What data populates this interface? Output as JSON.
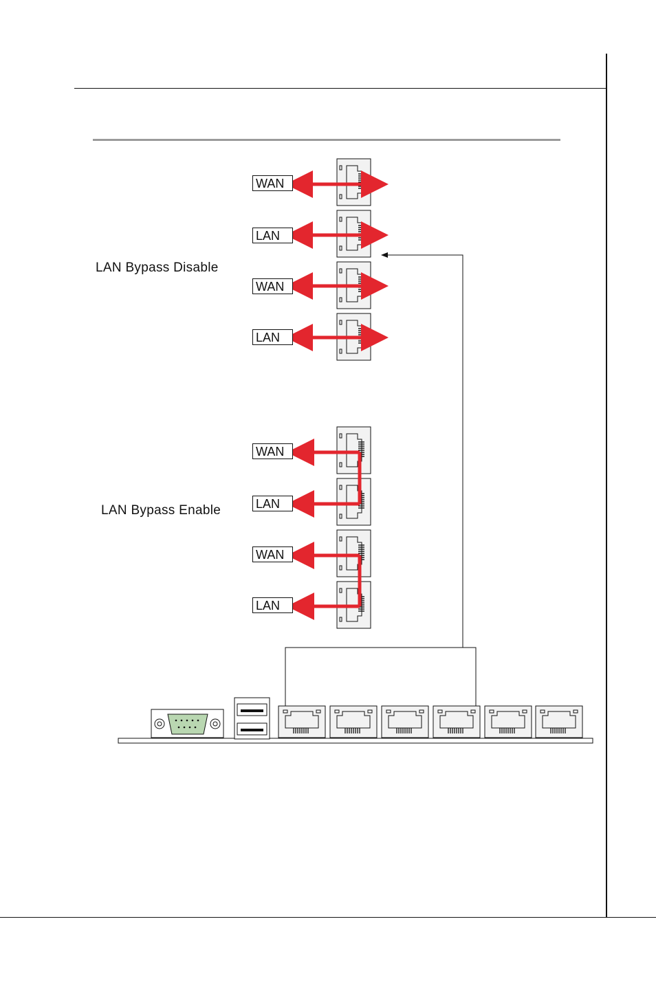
{
  "diagram": {
    "disable_label": "LAN Bypass Disable",
    "enable_label": "LAN Bypass Enable",
    "disable_ports": [
      {
        "label": "WAN"
      },
      {
        "label": "LAN"
      },
      {
        "label": "WAN"
      },
      {
        "label": "LAN"
      }
    ],
    "enable_ports": [
      {
        "label": "WAN"
      },
      {
        "label": "LAN"
      },
      {
        "label": "WAN"
      },
      {
        "label": "LAN"
      }
    ],
    "colors": {
      "arrow": "#e3262e",
      "line": "#111111",
      "port_fill": "#f2f2f2",
      "rule": "#9a9a9a"
    }
  }
}
